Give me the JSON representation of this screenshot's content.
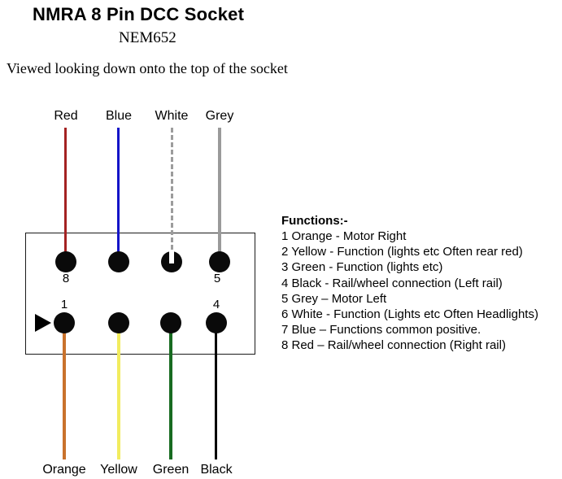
{
  "diagram": {
    "title": "NMRA 8 Pin DCC Socket",
    "subtitle": "NEM652",
    "view_note": "Viewed looking down onto the top of the socket"
  },
  "socket": {
    "orientation_marker": "triangle-pin1-indicator",
    "top_row": [
      {
        "label": "Red",
        "pin_number": "8",
        "color": "#a42222",
        "wire_style": "solid"
      },
      {
        "label": "Blue",
        "pin_number": "",
        "color": "#1414c8",
        "wire_style": "solid"
      },
      {
        "label": "White",
        "pin_number": "",
        "color": "#9c9c9c",
        "wire_style": "dash-dot"
      },
      {
        "label": "Grey",
        "pin_number": "5",
        "color": "#9a9a9a",
        "wire_style": "solid"
      }
    ],
    "bottom_row": [
      {
        "label": "Orange",
        "pin_number": "1",
        "color": "#c9722c",
        "wire_style": "solid"
      },
      {
        "label": "Yellow",
        "pin_number": "",
        "color": "#f2ec5e",
        "wire_style": "solid"
      },
      {
        "label": "Green",
        "pin_number": "",
        "color": "#186b21",
        "wire_style": "solid"
      },
      {
        "label": "Black",
        "pin_number": "4",
        "color": "#000000",
        "wire_style": "solid"
      }
    ]
  },
  "functions": {
    "heading": "Functions:-",
    "items": [
      "1 Orange - Motor Right",
      "2 Yellow - Function (lights etc  Often rear red)",
      "3 Green - Function (lights etc)",
      "4 Black - Rail/wheel connection (Left rail)",
      "5 Grey – Motor Left",
      "6 White -  Function (Lights etc  Often Headlights)",
      "7 Blue – Functions common positive.",
      "8 Red – Rail/wheel connection (Right rail)"
    ]
  }
}
